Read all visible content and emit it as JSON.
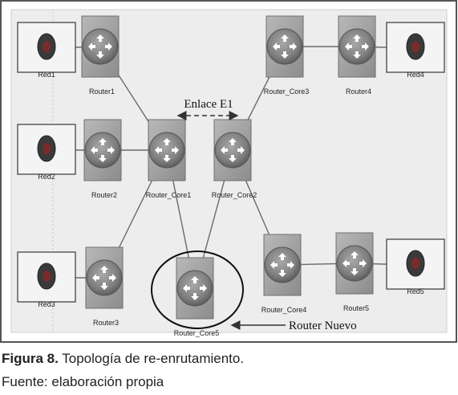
{
  "diagram": {
    "nodes": [
      {
        "id": "red1",
        "kind": "network",
        "label": "Red1"
      },
      {
        "id": "red2",
        "kind": "network",
        "label": "Red2"
      },
      {
        "id": "red3",
        "kind": "network",
        "label": "Red3"
      },
      {
        "id": "red4",
        "kind": "network",
        "label": "Red4"
      },
      {
        "id": "red5",
        "kind": "network",
        "label": "Red5"
      },
      {
        "id": "router1",
        "kind": "router",
        "label": "Router1"
      },
      {
        "id": "router2",
        "kind": "router",
        "label": "Router2"
      },
      {
        "id": "router3",
        "kind": "router",
        "label": "Router3"
      },
      {
        "id": "router4",
        "kind": "router",
        "label": "Router4"
      },
      {
        "id": "router5",
        "kind": "router",
        "label": "Router5"
      },
      {
        "id": "core1",
        "kind": "router",
        "label": "Router_Core1"
      },
      {
        "id": "core2",
        "kind": "router",
        "label": "Router_Core2"
      },
      {
        "id": "core3",
        "kind": "router",
        "label": "Router_Core3"
      },
      {
        "id": "core4",
        "kind": "router",
        "label": "Router_Core4"
      },
      {
        "id": "core5",
        "kind": "router",
        "label": "Router_Core5"
      }
    ],
    "edges": [
      [
        "red1",
        "router1"
      ],
      [
        "red2",
        "router2"
      ],
      [
        "red3",
        "router3"
      ],
      [
        "red4",
        "router4"
      ],
      [
        "red5",
        "router5"
      ],
      [
        "router1",
        "core1"
      ],
      [
        "router2",
        "core1"
      ],
      [
        "router3",
        "core1"
      ],
      [
        "core3",
        "router4"
      ],
      [
        "core3",
        "core2"
      ],
      [
        "core4",
        "router5"
      ],
      [
        "core2",
        "core4"
      ],
      [
        "core1",
        "core5"
      ],
      [
        "core2",
        "core5"
      ]
    ],
    "link_annotation": "Enlace E1",
    "new_router_annotation": "Router Nuevo",
    "highlighted_node": "core5"
  },
  "caption": {
    "figure_label": "Figura 8.",
    "figure_title": " Topología de re-enrutamiento.",
    "source": "Fuente: elaboración propia"
  },
  "colors": {
    "frame_border": "#555555",
    "canvas_bg": "#ececec",
    "router_gray": "#8a8a8a",
    "router_box": "#9a9a9a",
    "link_line": "#6a6a6a"
  }
}
